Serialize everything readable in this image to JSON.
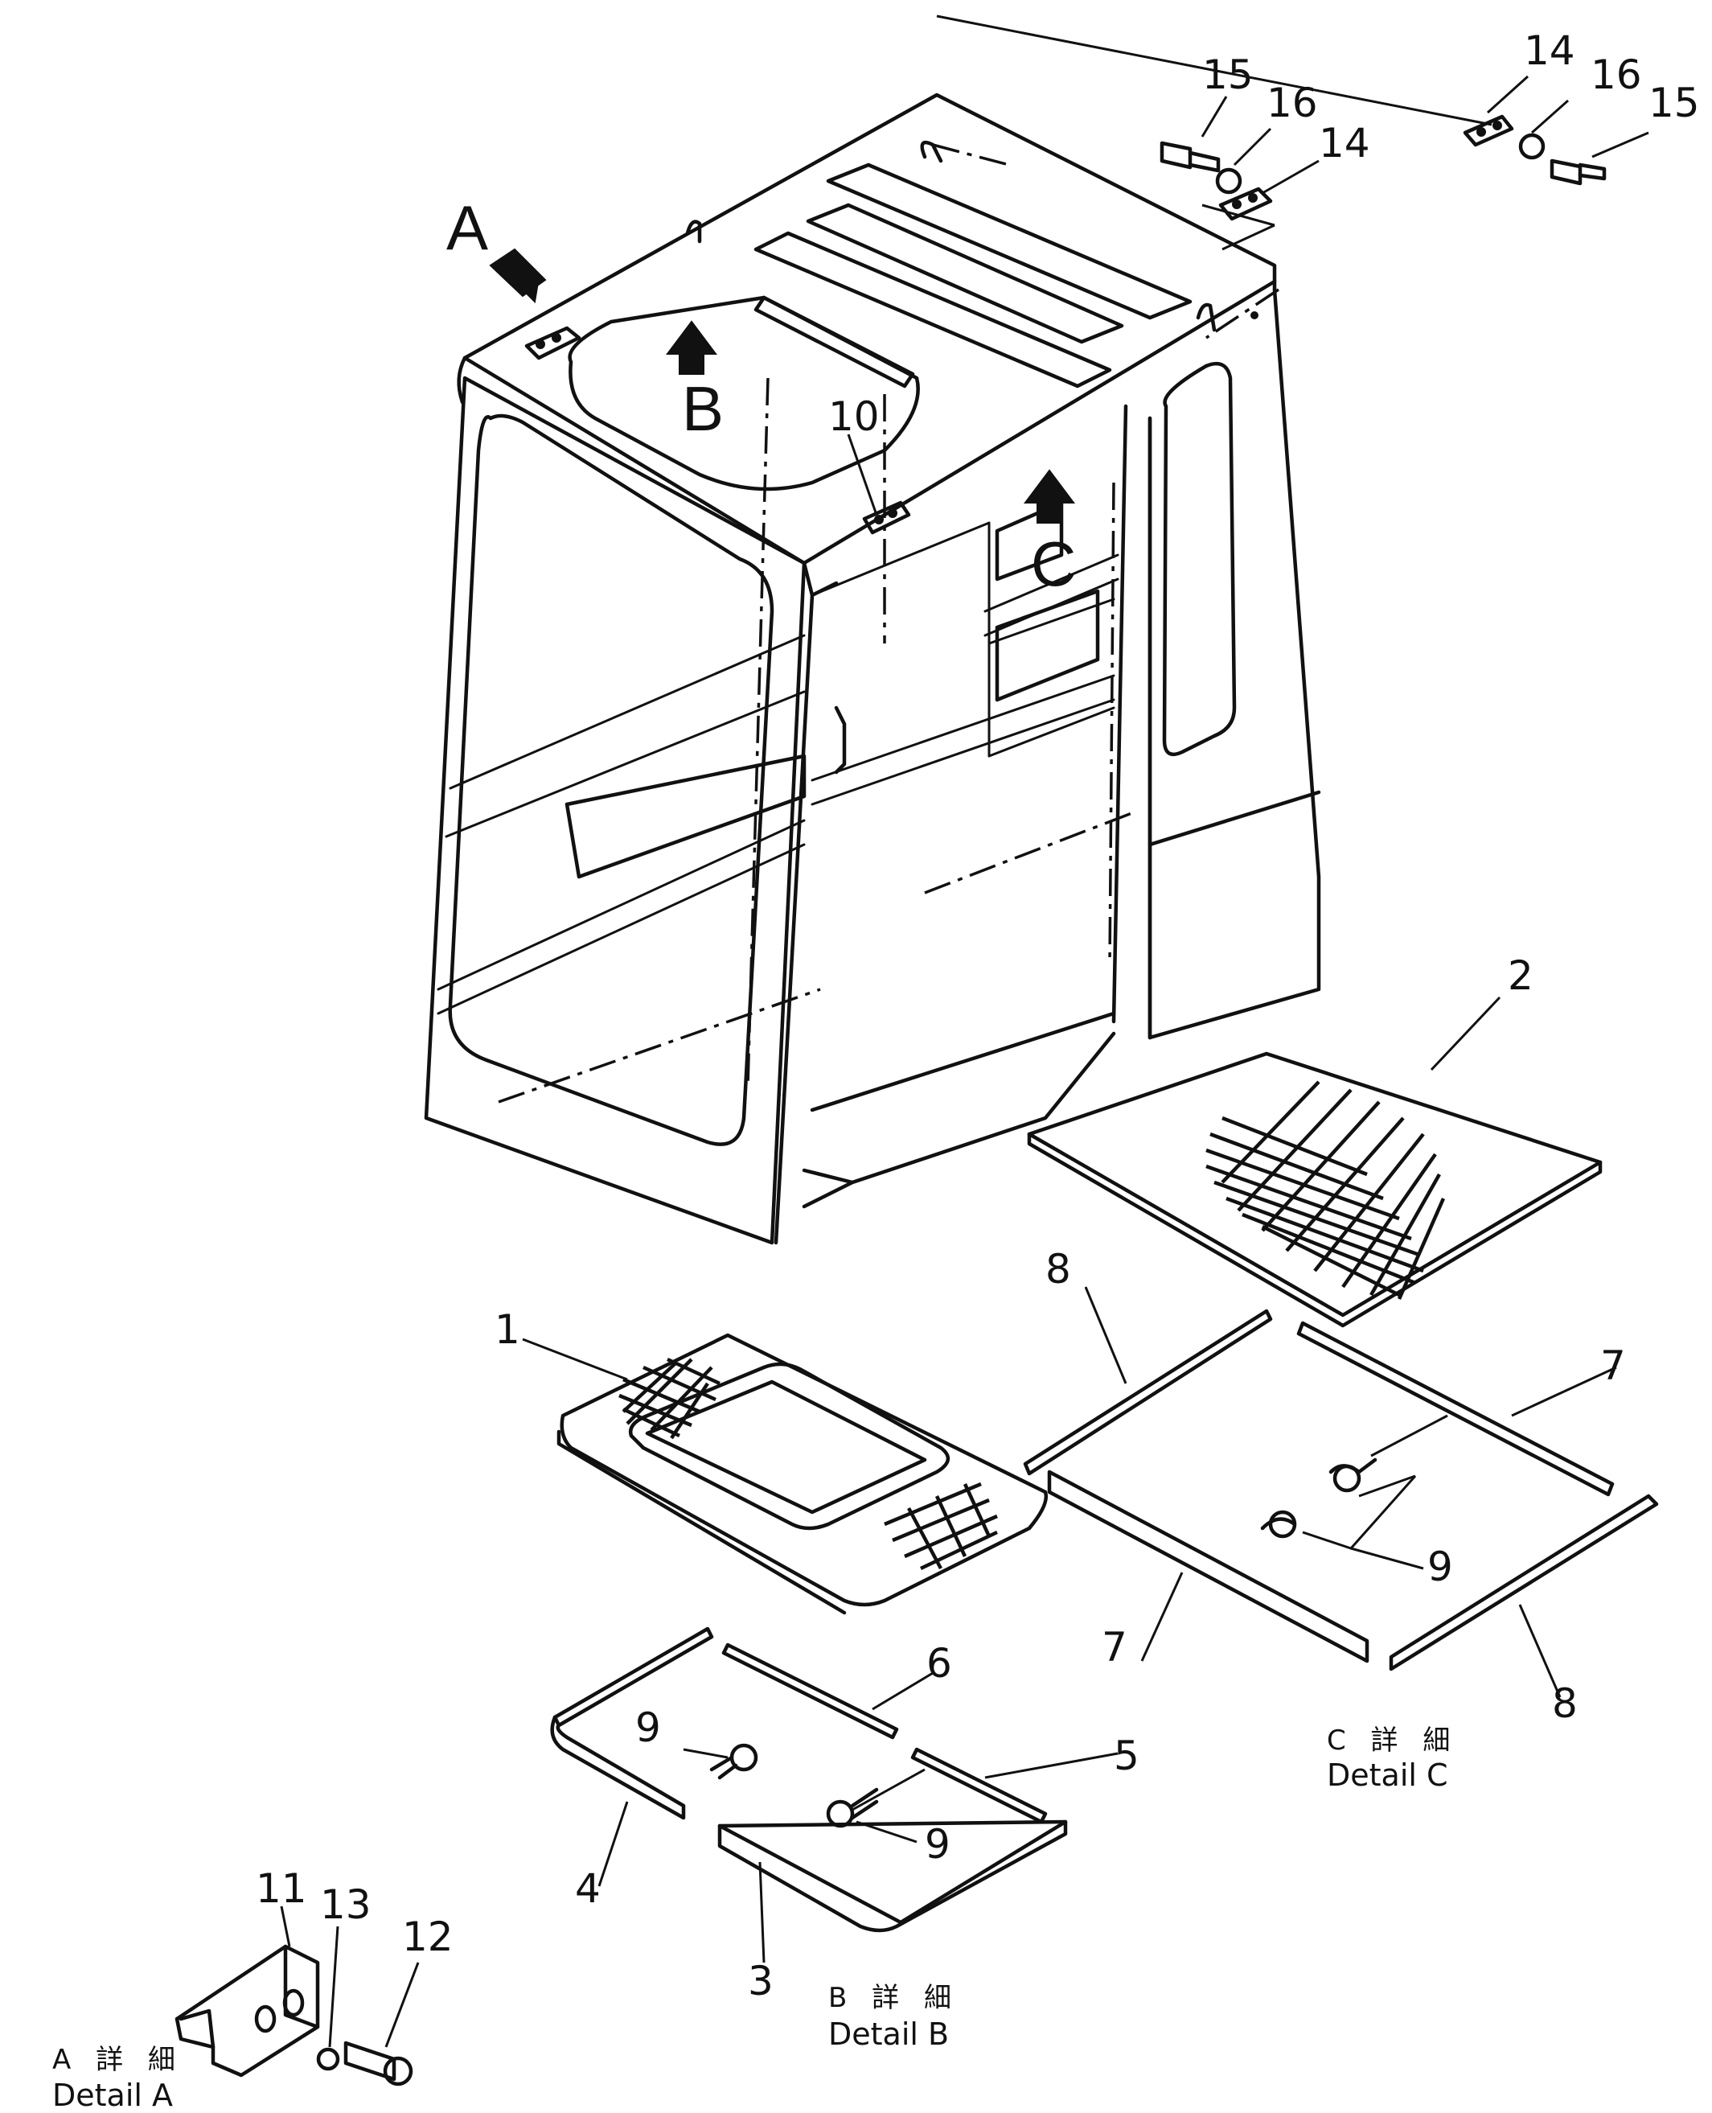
{
  "callouts": {
    "c1": "1",
    "c2": "2",
    "c3": "3",
    "c4": "4",
    "c5": "5",
    "c6": "6",
    "c7a": "7",
    "c7b": "7",
    "c8a": "8",
    "c8b": "8",
    "c9a": "9",
    "c9b": "9",
    "c9c": "9",
    "c10": "10",
    "c11": "11",
    "c12": "12",
    "c13": "13",
    "c14a": "14",
    "c14b": "14",
    "c15a": "15",
    "c15b": "15",
    "c16a": "16",
    "c16b": "16"
  },
  "views": {
    "a": "A",
    "b": "B",
    "c": "C"
  },
  "details": {
    "a_jp": "A 詳 細",
    "a_en": "Detail  A",
    "b_jp": "B 詳 細",
    "b_en": "Detail  B",
    "c_jp": "C 詳 細",
    "c_en": "Detail  C"
  }
}
